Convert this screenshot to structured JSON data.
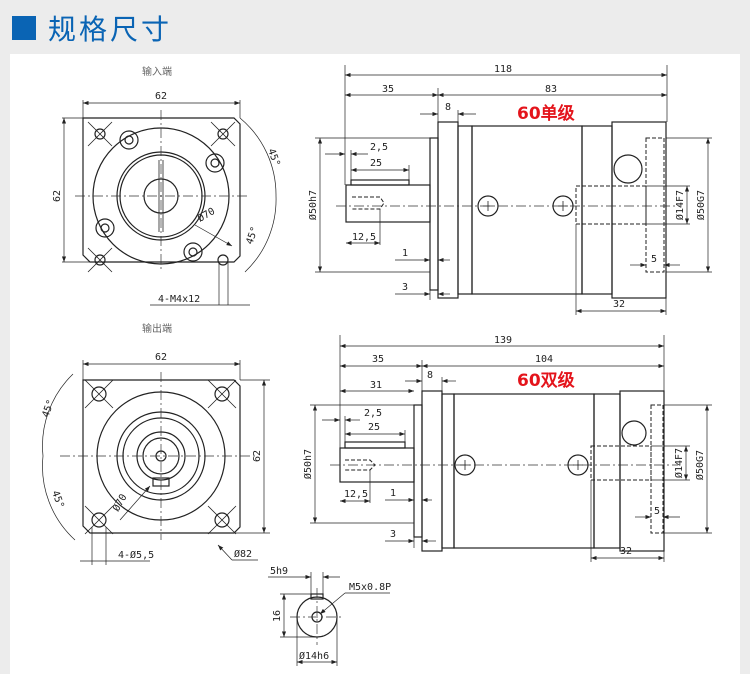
{
  "header": {
    "title": "规格尺寸",
    "accent_color": "#0a64b4"
  },
  "input_view": {
    "caption": "输入端",
    "width_label": "62",
    "height_label": "62",
    "angle_top": "45°",
    "angle_bottom": "45°",
    "pcd_label": "Ø70",
    "hole_label": "4-M4x12"
  },
  "single_stage": {
    "title": "60单级",
    "title_color": "#e4141b",
    "total_length": "118",
    "input_length": "35",
    "body_length": "83",
    "flange_thickness": "8",
    "key_offset": "2,5",
    "key_length": "25",
    "tap_depth": "12,5",
    "gap_1": "1",
    "gap_3": "3",
    "shaft_dia": "Ø50h7",
    "bore_dia": "Ø14F7",
    "pilot_dia": "Ø50G7",
    "pilot_depth": "5",
    "rear_length": "32"
  },
  "output_view": {
    "caption": "输出端",
    "width_label": "62",
    "height_label": "62",
    "angle_top": "45°",
    "angle_bottom": "45°",
    "pcd_label": "Ø70",
    "hole_label": "4-Ø5,5",
    "outer_label": "Ø82"
  },
  "double_stage": {
    "title": "60双级",
    "title_color": "#e4141b",
    "total_length": "139",
    "input_length": "35",
    "body_length": "104",
    "flange_thickness": "8",
    "shaft_length": "31",
    "key_offset": "2,5",
    "key_length": "25",
    "tap_depth": "12,5",
    "gap_1": "1",
    "gap_3": "3",
    "shaft_dia": "Ø50h7",
    "bore_dia": "Ø14F7",
    "pilot_dia": "Ø50G7",
    "pilot_depth": "5",
    "rear_length": "32"
  },
  "shaft_section": {
    "key_width": "5h9",
    "height": "16",
    "thread": "M5x0.8P",
    "diameter": "Ø14h6"
  }
}
